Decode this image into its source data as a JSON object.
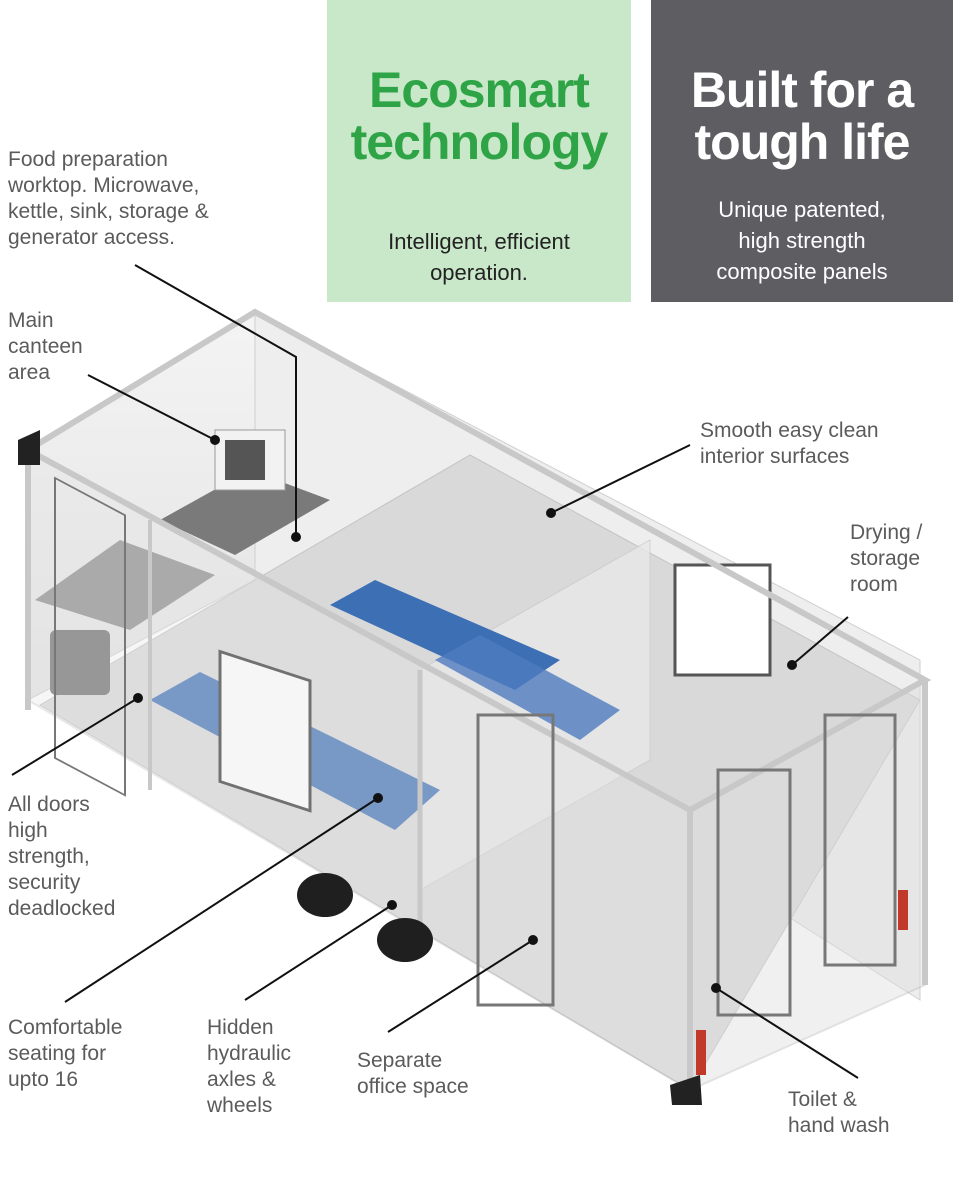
{
  "panels": {
    "eco": {
      "title": "Ecosmart\ntechnology",
      "body": "Intelligent, efficient\noperation.",
      "color": "#2fa447",
      "bg": "#c9e8c9"
    },
    "tough": {
      "title": "Built for a\ntough life",
      "body": "Unique patented,\nhigh strength\ncomposite panels",
      "bg": "#5e5d62"
    }
  },
  "callouts": {
    "food_prep": "Food preparation\nworktop. Microwave,\nkettle, sink, storage &\ngenerator access.",
    "main_canteen": "Main\ncanteen\narea",
    "smooth": "Smooth easy clean\ninterior surfaces",
    "drying": "Drying /\nstorage\nroom",
    "doors": "All doors\nhigh\nstrength,\nsecurity\ndeadlocked",
    "seating": "Comfortable\nseating for\nupto 16",
    "axles": "Hidden\nhydraulic\naxles &\nwheels",
    "office": "Separate\noffice space",
    "toilet": "Toilet &\nhand wash"
  },
  "colors": {
    "seat_blue": "#3d6fb5",
    "frame": "#d8d8d8",
    "text": "#5b5b5b"
  }
}
